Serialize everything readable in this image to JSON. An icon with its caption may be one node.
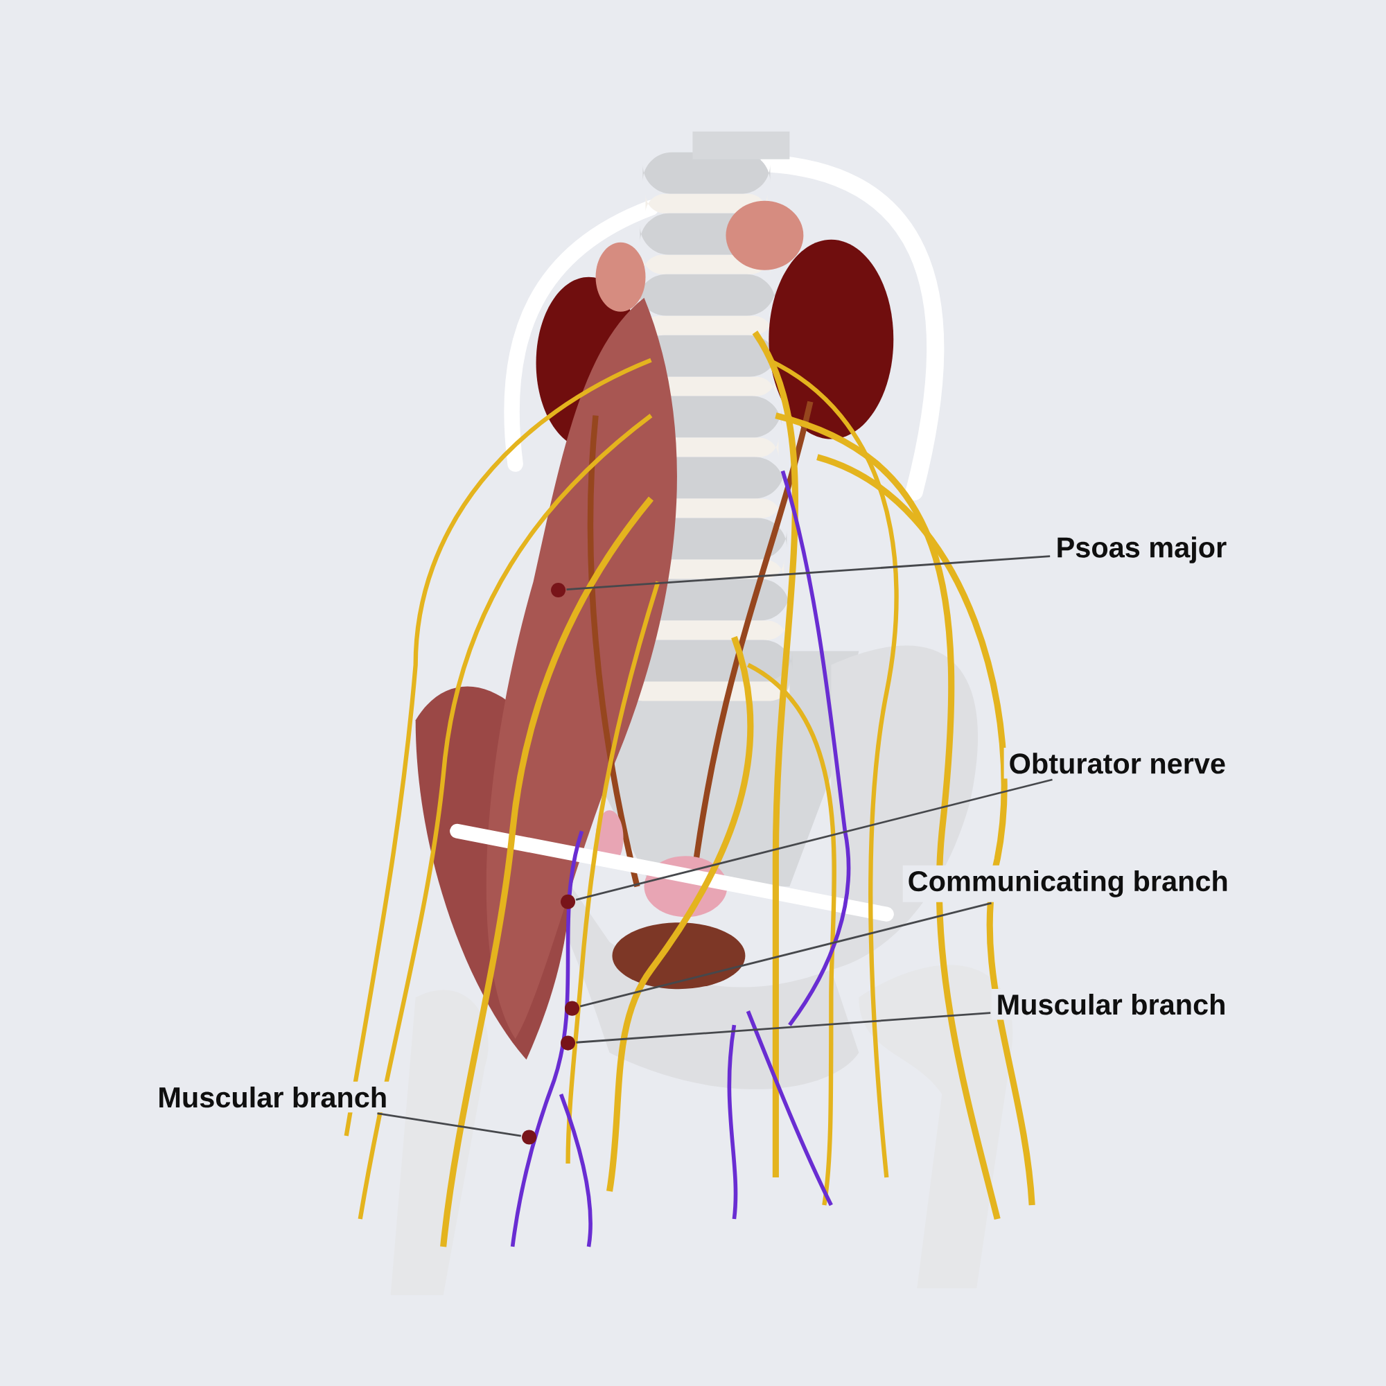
{
  "diagram": {
    "nodes": [
      {
        "text": [
          "Psoas major"
        ]
      },
      {
        "text": [
          "Obturator nerve"
        ]
      },
      {
        "text": [
          "Communicating branch"
        ]
      },
      {
        "text": [
          "Muscular branch"
        ]
      },
      {
        "text": [
          "Muscular branch"
        ]
      },
      {
        "text": [],
        "shape": "circle"
      },
      {
        "text": [],
        "shape": "circle"
      },
      {
        "text": [],
        "shape": "circle"
      },
      {
        "text": [],
        "shape": "circle"
      },
      {
        "text": [],
        "shape": "circle"
      }
    ],
    "edges": [
      {
        "from": 0,
        "to": 5,
        "arrow": "none"
      },
      {
        "from": 1,
        "to": 6,
        "arrow": "none"
      },
      {
        "from": 2,
        "to": 7,
        "arrow": "none"
      },
      {
        "from": 3,
        "to": 8,
        "arrow": "none"
      },
      {
        "from": 4,
        "to": 9,
        "arrow": "none"
      }
    ]
  }
}
